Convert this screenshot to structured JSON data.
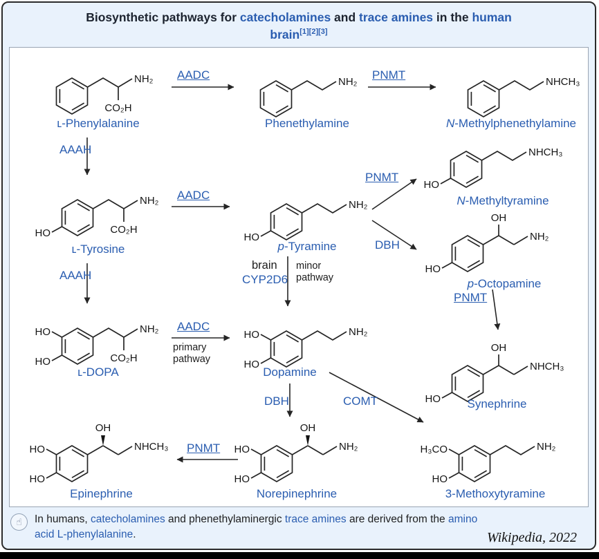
{
  "colors": {
    "link": "#2a5db0",
    "structure": "#252525",
    "panel_bg": "#e9f2fc"
  },
  "title": {
    "t1": "Biosynthetic pathways for ",
    "t2": "catecholamines",
    "t3": " and ",
    "t4": "trace amines",
    "t5": " in the ",
    "t6": "human",
    "t7": "brain",
    "refs": [
      "[1]",
      "[2]",
      "[3]"
    ]
  },
  "groups": {
    "nh2": "NH₂",
    "nhch3": "NHCH₃",
    "co2h": "CO₂H",
    "oh": "OH",
    "ho": "HO",
    "h3co": "H₃CO"
  },
  "compounds": {
    "phenylalanine": {
      "prefix": "",
      "name": "ʟ-Phenylalanine"
    },
    "phenethylamine": {
      "prefix": "",
      "name": "Phenethylamine"
    },
    "n_methylphenethylamine": {
      "prefix": "N",
      "name": "-Methylphenethylamine"
    },
    "tyrosine": {
      "prefix": "",
      "name": "ʟ-Tyrosine"
    },
    "p_tyramine": {
      "prefix": "p",
      "name": "-Tyramine"
    },
    "n_methyltyramine": {
      "prefix": "N",
      "name": "-Methyltyramine"
    },
    "p_octopamine": {
      "prefix": "p",
      "name": "-Octopamine"
    },
    "l_dopa": {
      "prefix": "",
      "name": "ʟ-DOPA"
    },
    "dopamine": {
      "prefix": "",
      "name": "Dopamine"
    },
    "synephrine": {
      "prefix": "",
      "name": "Synephrine"
    },
    "epinephrine": {
      "prefix": "",
      "name": "Epinephrine"
    },
    "norepinephrine": {
      "prefix": "",
      "name": "Norepinephrine"
    },
    "methoxytyramine": {
      "prefix": "",
      "name": "3-Methoxytyramine"
    }
  },
  "enzymes": {
    "aadc": "AADC",
    "pnmt": "PNMT",
    "aaah": "AAAH",
    "dbh": "DBH",
    "comt": "COMT",
    "brain": "brain",
    "cyp2d6": "CYP2D6",
    "minor_line1": "minor",
    "minor_line2": "pathway",
    "primary_line1": "primary",
    "primary_line2": "pathway"
  },
  "caption": {
    "c1": "In humans, ",
    "c2": "catecholamines",
    "c3": " and phenethylaminergic ",
    "c4": "trace amines",
    "c5": " are derived from the ",
    "c6": "amino",
    "c7": "acid L-phenylalanine",
    "c8": "."
  },
  "credit": "Wikipedia, 2022"
}
